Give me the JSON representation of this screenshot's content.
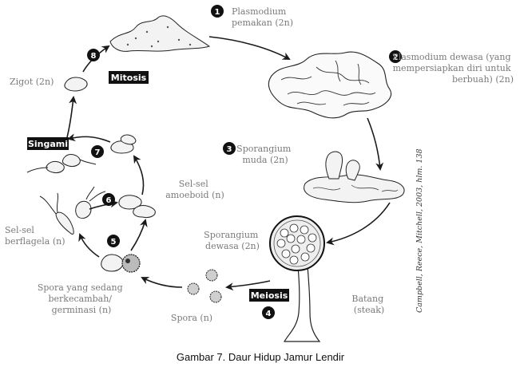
{
  "diagram": {
    "caption": "Gambar 7. Daur Hidup Jamur Lendir",
    "source": "Campbell, Reece, Mitchell, 2003, hlm. 138",
    "steps": [
      {
        "num": "1",
        "lines": [
          "Plasmodium",
          "pemakan (2n)"
        ]
      },
      {
        "num": "2",
        "lines": [
          "Plasmodium dewasa (yang",
          "mempersiapkan diri untuk",
          "berbuah) (2n)"
        ]
      },
      {
        "num": "3",
        "lines": [
          "Sporangium",
          "muda (2n)"
        ]
      },
      {
        "num": "4"
      },
      {
        "num": "5"
      },
      {
        "num": "6"
      },
      {
        "num": "7"
      },
      {
        "num": "8"
      }
    ],
    "labels": {
      "sporangium_dewasa": [
        "Sporangium",
        "dewasa (2n)"
      ],
      "batang": [
        "Batang",
        "(steak)"
      ],
      "spora": "Spora (n)",
      "spora_berkecambah": [
        "Spora yang sedang",
        "berkecambah/",
        "germinasi (n)"
      ],
      "sel_berflagela": [
        "Sel-sel",
        "berflagela (n)"
      ],
      "sel_amoeboid": [
        "Sel-sel",
        "amoeboid (n)"
      ],
      "zigot": "Zigot (2n)"
    },
    "process_boxes": {
      "mitosis": "Mitosis",
      "meiosis": "Meiosis",
      "singami": "Singami"
    }
  }
}
